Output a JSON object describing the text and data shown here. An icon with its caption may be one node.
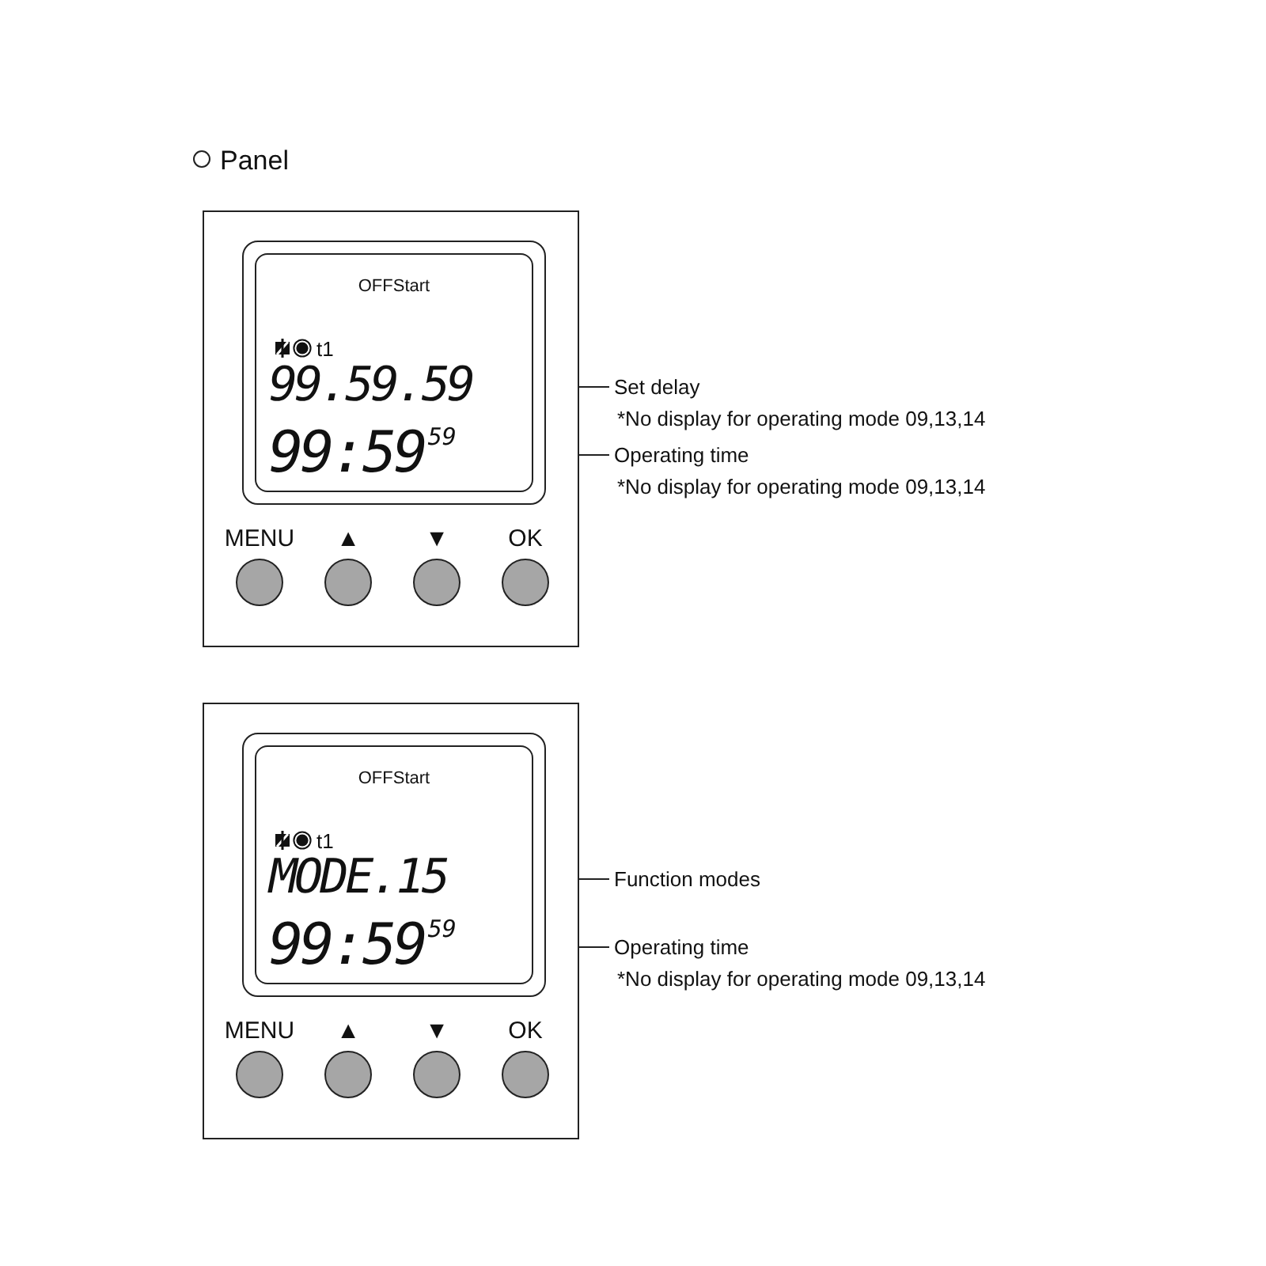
{
  "diagram": {
    "title": "Panel",
    "nodes": [
      {
        "text": [],
        "shape": "box"
      },
      {
        "text": [
          "OFFStart",
          "t1"
        ],
        "in": 0
      },
      {
        "text": [
          "99.59.59"
        ],
        "in": 1
      },
      {
        "text": [
          "99:59",
          "59"
        ],
        "in": 1
      },
      {
        "text": [
          "MENU"
        ],
        "in": 0
      },
      {
        "text": [
          "▲"
        ],
        "in": 0
      },
      {
        "text": [
          "▼"
        ],
        "in": 0
      },
      {
        "text": [
          "OK"
        ],
        "in": 0
      },
      {
        "text": [
          "Set delay",
          "*No display for operating mode 09,13,14"
        ]
      },
      {
        "text": [
          "Operating time",
          "*No display for operating mode 09,13,14"
        ]
      },
      {
        "text": [],
        "shape": "box"
      },
      {
        "text": [
          "OFFStart",
          "t1"
        ],
        "in": 10
      },
      {
        "text": [
          "MODE.15"
        ],
        "in": 11
      },
      {
        "text": [
          "99:59",
          "59"
        ],
        "in": 11
      },
      {
        "text": [
          "MENU"
        ],
        "in": 10
      },
      {
        "text": [
          "▲"
        ],
        "in": 10
      },
      {
        "text": [
          "▼"
        ],
        "in": 10
      },
      {
        "text": [
          "OK"
        ],
        "in": 10
      },
      {
        "text": [
          "Function modes"
        ]
      },
      {
        "text": [
          "Operating time",
          "*No display for operating mode 09,13,14"
        ]
      }
    ],
    "edges": [
      {
        "from": 8,
        "to": 2,
        "arrow": "none"
      },
      {
        "from": 9,
        "to": 3,
        "arrow": "none"
      },
      {
        "from": 18,
        "to": 12,
        "arrow": "none"
      },
      {
        "from": 19,
        "to": 13,
        "arrow": "none"
      }
    ]
  }
}
